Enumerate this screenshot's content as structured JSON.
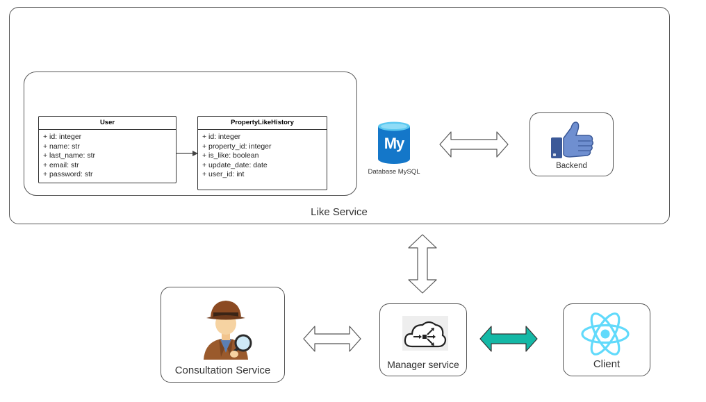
{
  "like_service": {
    "label": "Like Service",
    "user_class": {
      "title": "User",
      "fields": [
        "+ id: integer",
        "+ name: str",
        "+ last_name: str",
        "+ email: str",
        "+ password: str"
      ]
    },
    "history_class": {
      "title": "PropertyLikeHistory",
      "fields": [
        "+ id: integer",
        "+ property_id: integer",
        "+ is_like: boolean",
        "+ update_date: date",
        "+ user_id: int"
      ]
    },
    "database": {
      "label": "Database MySQL",
      "logo_text": "My",
      "icon": "mysql-database-icon",
      "color": "#1477c9"
    },
    "backend": {
      "label": "Backend",
      "icon": "thumbs-up-icon",
      "color": "#4a67a6"
    }
  },
  "consultation": {
    "label": "Consultation Service",
    "icon": "detective-icon"
  },
  "manager": {
    "label": "Manager service",
    "icon": "cloud-routing-icon"
  },
  "client": {
    "label": "Client",
    "icon": "react-icon",
    "color": "#61dafb"
  },
  "connectors": {
    "db_backend": "outline-double-arrow",
    "like_manager": "outline-double-arrow",
    "consultation_manager": "outline-double-arrow",
    "manager_client": "filled-double-arrow",
    "client_arrow_color": "#14b8a6"
  }
}
